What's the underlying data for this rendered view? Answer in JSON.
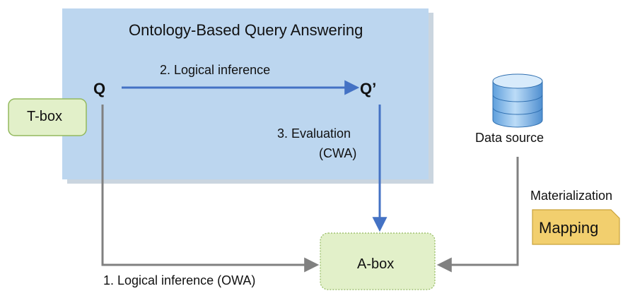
{
  "obqa": {
    "title": "Ontology-Based Query Answering"
  },
  "nodes": {
    "q": "Q",
    "q_prime": "Q’",
    "tbox": "T-box",
    "abox": "A-box",
    "data_source": "Data source",
    "mapping": "Mapping"
  },
  "edges": {
    "logical_inference": "2. Logical inference",
    "evaluation": "3. Evaluation",
    "evaluation_cwa": "(CWA)",
    "logical_inference_owa": "1. Logical inference (OWA)",
    "materialization": "Materialization"
  },
  "colors": {
    "obqa_fill": "#bcd6ef",
    "box_fill": "#e2f0c9",
    "box_border": "#93b95e",
    "mapping_fill": "#f2cf6e",
    "mapping_border": "#c9a23b",
    "blue_arrow": "#4472c4",
    "gray_arrow": "#808080",
    "db_blue": "#7fb4e6"
  }
}
